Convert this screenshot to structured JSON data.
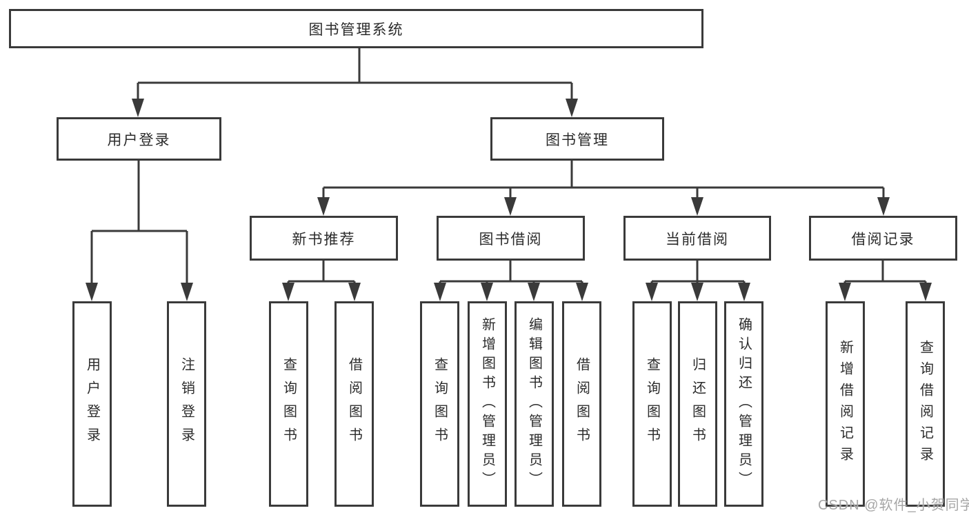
{
  "tree": {
    "label": "图书管理系统",
    "children": [
      {
        "label": "用户登录",
        "children": [
          {
            "label": "用户登录"
          },
          {
            "label": "注销登录"
          }
        ]
      },
      {
        "label": "图书管理",
        "children": [
          {
            "label": "新书推荐",
            "children": [
              {
                "label": "查询图书"
              },
              {
                "label": "借阅图书"
              }
            ]
          },
          {
            "label": "图书借阅",
            "children": [
              {
                "label": "查询图书"
              },
              {
                "label": "新增图书（管理员）"
              },
              {
                "label": "编辑图书（管理员）"
              },
              {
                "label": "借阅图书"
              }
            ]
          },
          {
            "label": "当前借阅",
            "children": [
              {
                "label": "查询图书"
              },
              {
                "label": "归还图书"
              },
              {
                "label": "确认归还（管理员）"
              }
            ]
          },
          {
            "label": "借阅记录",
            "children": [
              {
                "label": "新增借阅记录"
              },
              {
                "label": "查询借阅记录"
              }
            ]
          }
        ]
      }
    ]
  },
  "watermark": {
    "text": "CSDN @软件_小贺同学"
  },
  "colors": {
    "line": "#3a3a3a",
    "text": "#2b2b2b",
    "background": "#ffffff",
    "watermark": "#a6a6a6"
  }
}
